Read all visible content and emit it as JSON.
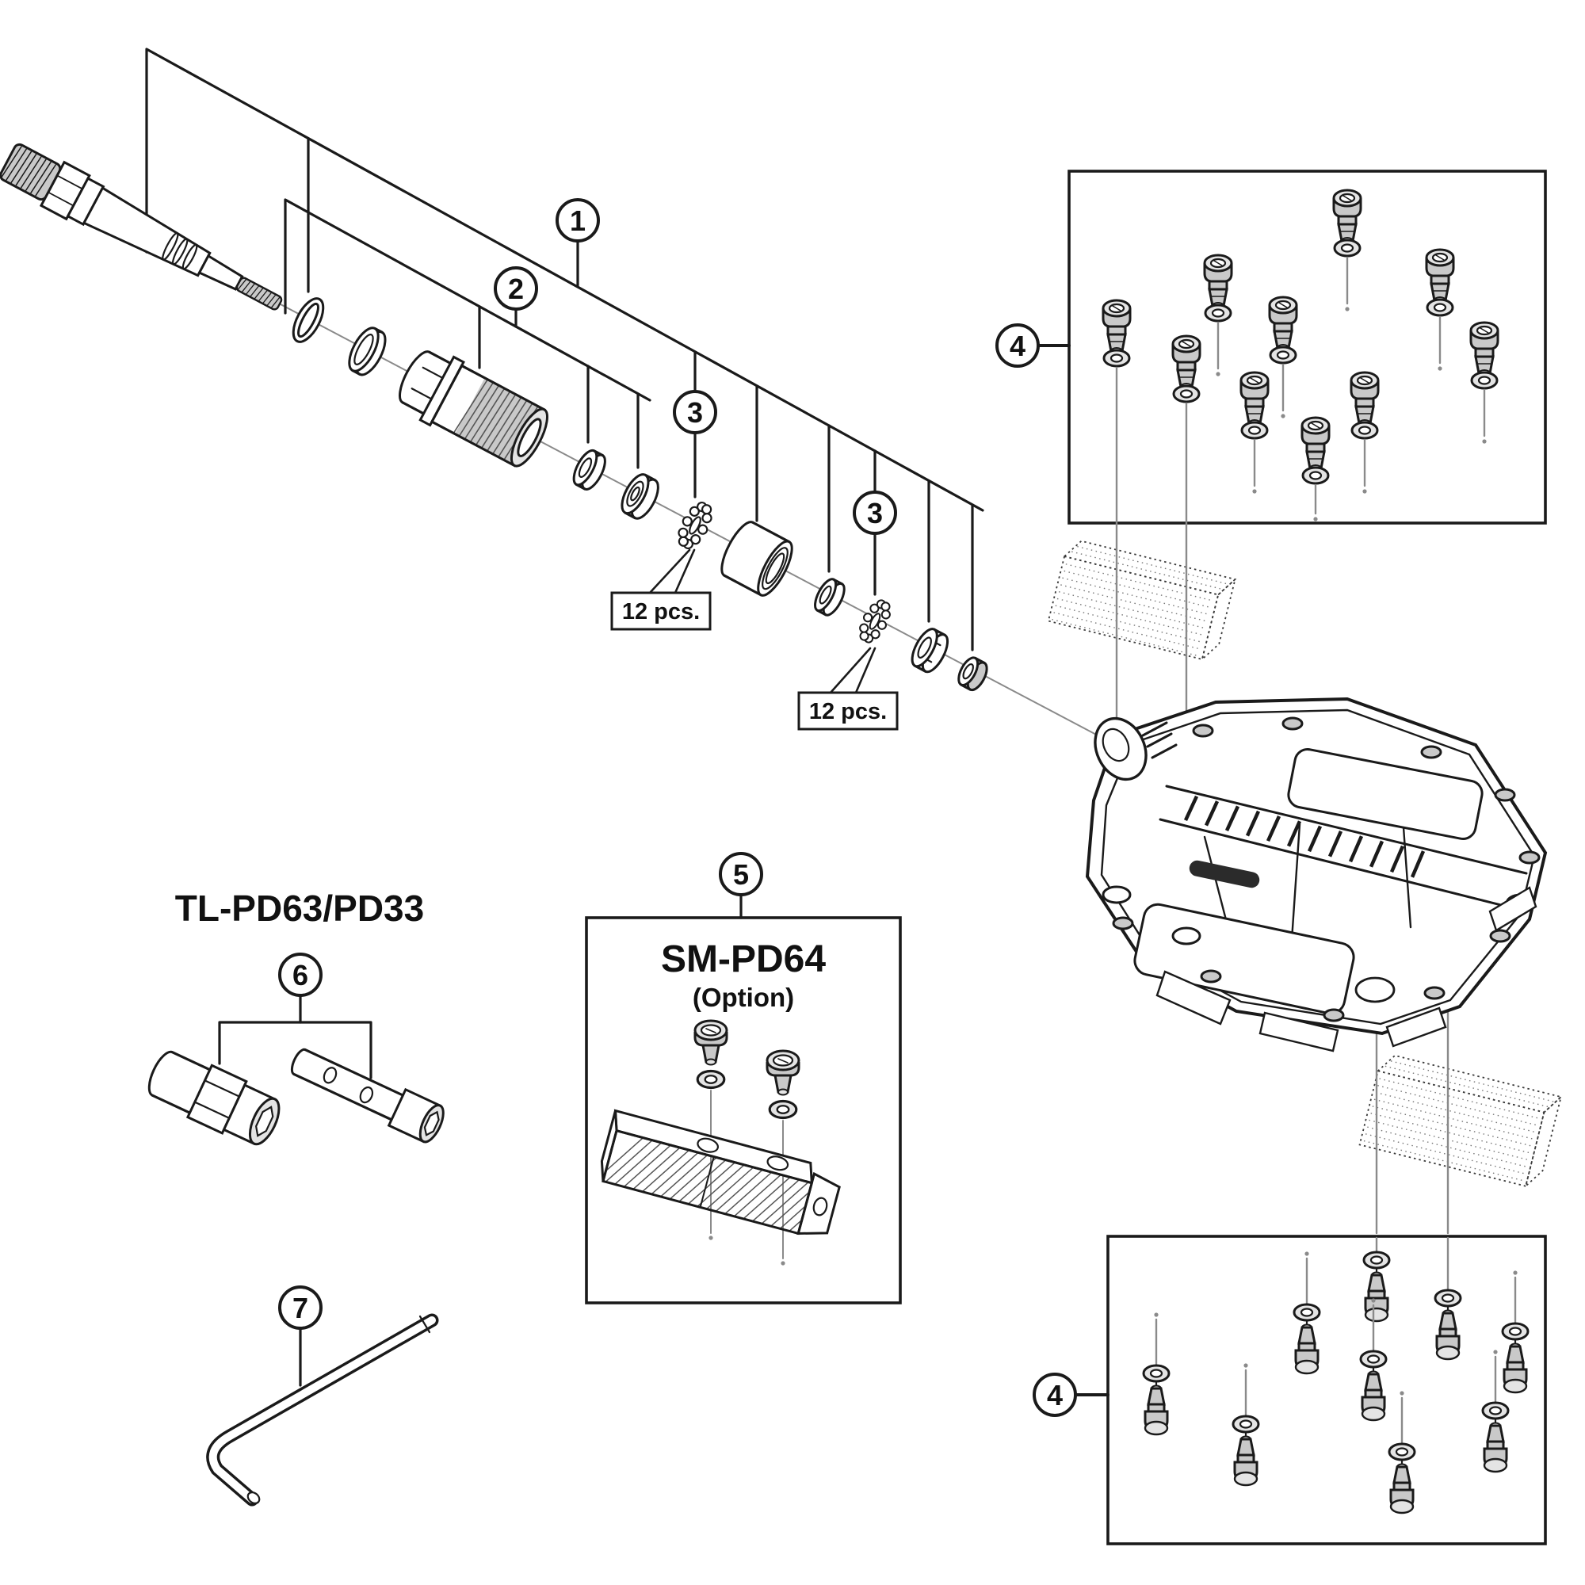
{
  "diagram_type": "exploded-parts-diagram",
  "subject": "flat bicycle pedal assembly",
  "callouts": [
    {
      "label": "1",
      "part": "pedal-axle-unit"
    },
    {
      "label": "2",
      "part": "axle-barrel-unit"
    },
    {
      "label": "3",
      "part": "steel-ball-retainer-inner"
    },
    {
      "label": "3",
      "part": "steel-ball-retainer-outer"
    },
    {
      "label": "4",
      "part": "pedal-pin-set-top"
    },
    {
      "label": "4",
      "part": "pedal-pin-set-bottom"
    },
    {
      "label": "5",
      "part": "reflector-unit"
    },
    {
      "label": "6",
      "part": "pedal-tool-set"
    },
    {
      "label": "7",
      "part": "hex-wrench"
    }
  ],
  "quantity_labels": [
    "12 pcs.",
    "12 pcs."
  ],
  "tool_kit_title": "TL-PD63/PD33",
  "option_part": {
    "model": "SM-PD64",
    "note": "(Option)"
  },
  "pin_counts": {
    "top_box": 10,
    "bottom_box": 9
  }
}
